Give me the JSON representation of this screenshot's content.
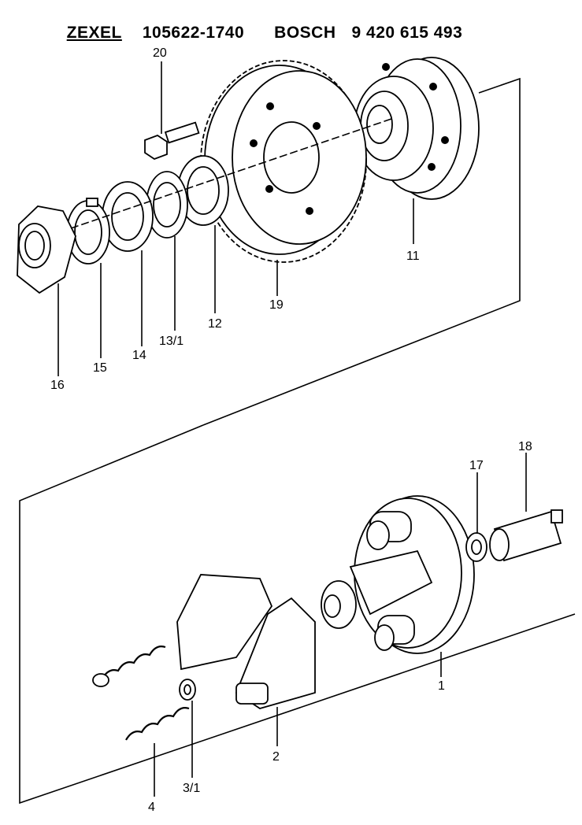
{
  "header": {
    "brand1": "ZEXEL",
    "number1": "105622-1740",
    "brand2": "BOSCH",
    "number2": "9 420 615 493"
  },
  "labels": {
    "p20": "20",
    "p11": "11",
    "p19": "19",
    "p12": "12",
    "p13_1": "13/1",
    "p14": "14",
    "p15": "15",
    "p16": "16",
    "p18": "18",
    "p17": "17",
    "p1": "1",
    "p2": "2",
    "p3_1": "3/1",
    "p4": "4"
  }
}
